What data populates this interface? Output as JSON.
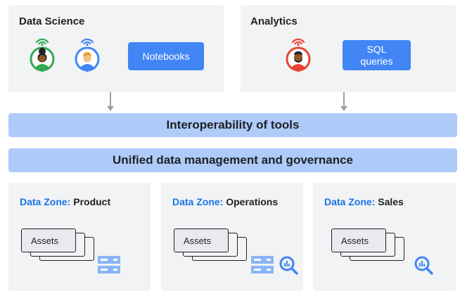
{
  "personas": [
    {
      "title": "Data Science",
      "tools": [
        "Notebooks"
      ]
    },
    {
      "title": "Analytics",
      "tools": [
        "SQL\nqueries"
      ]
    }
  ],
  "layers": [
    "Interoperability of tools",
    "Unified data management and governance"
  ],
  "zones": [
    {
      "prefix": "Data Zone:",
      "name": "Product",
      "asset_label": "Assets",
      "icons": [
        "storage-icon"
      ]
    },
    {
      "prefix": "Data Zone:",
      "name": "Operations",
      "asset_label": "Assets",
      "icons": [
        "storage-icon",
        "analytics-search-icon"
      ]
    },
    {
      "prefix": "Data Zone:",
      "name": "Sales",
      "asset_label": "Assets",
      "icons": [
        "analytics-search-icon"
      ]
    }
  ],
  "colors": {
    "panel_bg": "#f1f3f4",
    "accent_blue": "#4285f4",
    "bar_blue": "#aecbfa",
    "zone_label_blue": "#1a73e8",
    "green": "#34a853",
    "red": "#ea4335",
    "arrow_gray": "#9aa0a6"
  }
}
